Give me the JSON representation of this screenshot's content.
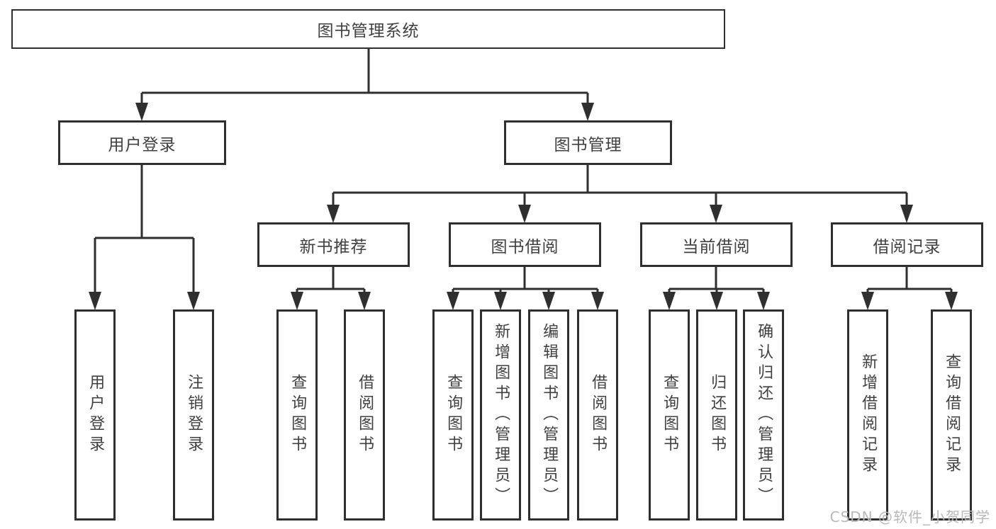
{
  "diagram": {
    "root": {
      "label": "图书管理系统"
    },
    "branches": {
      "user_login": {
        "label": "用户登录",
        "children": [
          {
            "label": "用户登录"
          },
          {
            "label": "注销登录"
          }
        ]
      },
      "book_mgmt": {
        "label": "图书管理",
        "children": [
          {
            "label": "新书推荐",
            "children": [
              {
                "label": "查询图书"
              },
              {
                "label": "借阅图书"
              }
            ]
          },
          {
            "label": "图书借阅",
            "children": [
              {
                "label": "查询图书"
              },
              {
                "label": "新增图书（管理员）"
              },
              {
                "label": "编辑图书（管理员）"
              },
              {
                "label": "借阅图书"
              }
            ]
          },
          {
            "label": "当前借阅",
            "children": [
              {
                "label": "查询图书"
              },
              {
                "label": "归还图书"
              },
              {
                "label": "确认归还（管理员）"
              }
            ]
          },
          {
            "label": "借阅记录",
            "children": [
              {
                "label": "新增借阅记录"
              },
              {
                "label": "查询借阅记录"
              }
            ]
          }
        ]
      }
    }
  },
  "watermark": {
    "text": "CSDN @软件_小贺同学"
  },
  "colors": {
    "line": "#2f2f2f",
    "text": "#404040",
    "background": "#ffffff",
    "watermark": "#b8b8b8"
  }
}
